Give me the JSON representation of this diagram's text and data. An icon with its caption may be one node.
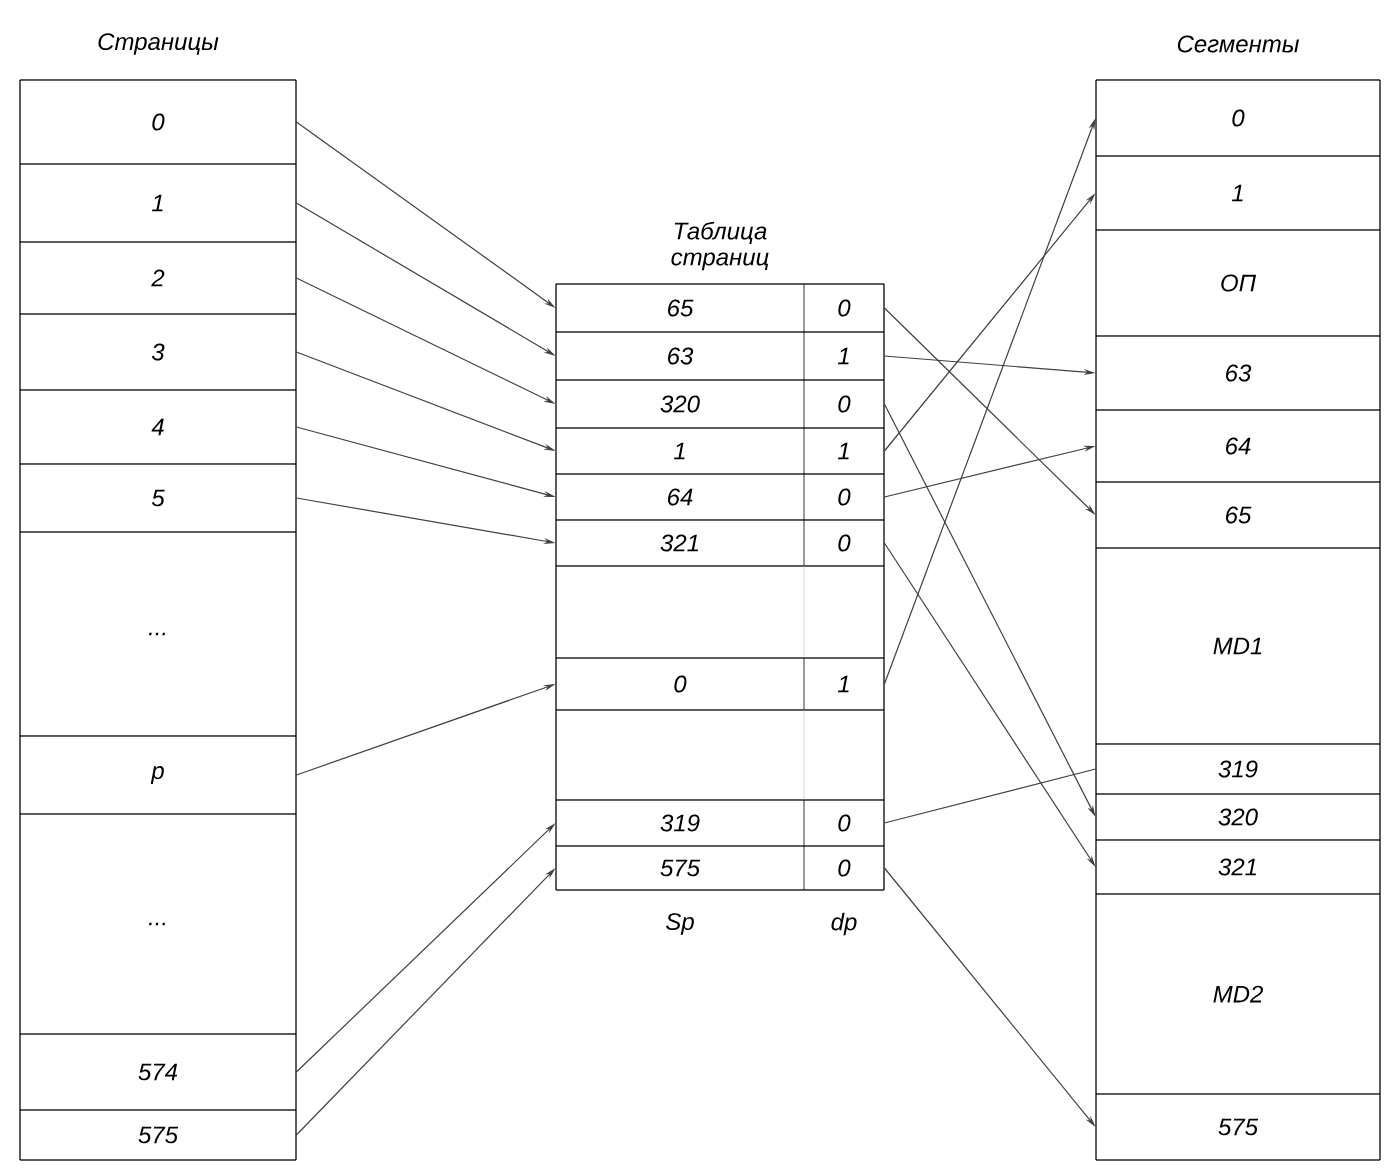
{
  "diagram": {
    "nodes": [
      {
        "text": [
          "Страницы"
        ]
      },
      {
        "text": [
          "0"
        ],
        "in": 0
      },
      {
        "text": [
          "1"
        ],
        "in": 0
      },
      {
        "text": [
          "2"
        ],
        "in": 0
      },
      {
        "text": [
          "3"
        ],
        "in": 0
      },
      {
        "text": [
          "4"
        ],
        "in": 0
      },
      {
        "text": [
          "5"
        ],
        "in": 0
      },
      {
        "text": [
          "..."
        ],
        "in": 0
      },
      {
        "text": [
          "p"
        ],
        "in": 0
      },
      {
        "text": [
          "..."
        ],
        "in": 0
      },
      {
        "text": [
          "574"
        ],
        "in": 0
      },
      {
        "text": [
          "575"
        ],
        "in": 0
      },
      {
        "text": [
          "Таблица страниц"
        ]
      },
      {
        "text": [
          "65",
          "0"
        ],
        "in": 12
      },
      {
        "text": [
          "63",
          "1"
        ],
        "in": 12
      },
      {
        "text": [
          "320",
          "0"
        ],
        "in": 12
      },
      {
        "text": [
          "1",
          "1"
        ],
        "in": 12
      },
      {
        "text": [
          "64",
          "0"
        ],
        "in": 12
      },
      {
        "text": [
          "321",
          "0"
        ],
        "in": 12
      },
      {
        "text": [],
        "shape": "box",
        "in": 12
      },
      {
        "text": [
          "0",
          "1"
        ],
        "in": 12
      },
      {
        "text": [],
        "shape": "box",
        "in": 12
      },
      {
        "text": [
          "319",
          "0"
        ],
        "in": 12
      },
      {
        "text": [
          "575",
          "0"
        ],
        "in": 12
      },
      {
        "text": [
          "Сегменты"
        ]
      },
      {
        "text": [
          "0"
        ],
        "in": 24
      },
      {
        "text": [
          "1"
        ],
        "in": 24
      },
      {
        "text": [
          "ОП"
        ],
        "in": 24
      },
      {
        "text": [
          "63"
        ],
        "in": 24
      },
      {
        "text": [
          "64"
        ],
        "in": 24
      },
      {
        "text": [
          "65"
        ],
        "in": 24
      },
      {
        "text": [
          "MD1"
        ],
        "in": 24
      },
      {
        "text": [
          "319"
        ],
        "in": 24
      },
      {
        "text": [
          "320"
        ],
        "in": 24
      },
      {
        "text": [
          "321"
        ],
        "in": 24
      },
      {
        "text": [
          "MD2"
        ],
        "in": 24
      },
      {
        "text": [
          "575"
        ],
        "in": 24
      }
    ],
    "edges": [
      {
        "from": 1,
        "to": 13,
        "arrow": "to"
      },
      {
        "from": 2,
        "to": 14,
        "arrow": "to"
      },
      {
        "from": 3,
        "to": 15,
        "arrow": "to"
      },
      {
        "from": 4,
        "to": 16,
        "arrow": "to"
      },
      {
        "from": 5,
        "to": 17,
        "arrow": "to"
      },
      {
        "from": 6,
        "to": 18,
        "arrow": "to"
      },
      {
        "from": 8,
        "to": 20,
        "arrow": "to"
      },
      {
        "from": 10,
        "to": 22,
        "arrow": "to"
      },
      {
        "from": 11,
        "to": 23,
        "arrow": "to"
      },
      {
        "from": 13,
        "to": 30,
        "arrow": "to"
      },
      {
        "from": 14,
        "to": 28,
        "arrow": "to"
      },
      {
        "from": 15,
        "to": 33,
        "arrow": "to"
      },
      {
        "from": 16,
        "to": 26,
        "arrow": "to"
      },
      {
        "from": 17,
        "to": 29,
        "arrow": "to"
      },
      {
        "from": 18,
        "to": 34,
        "arrow": "to"
      },
      {
        "from": 20,
        "to": 25,
        "arrow": "to"
      },
      {
        "from": 22,
        "to": 32,
        "arrow": "none"
      },
      {
        "from": 23,
        "to": 36,
        "arrow": "to"
      }
    ],
    "labels": [
      "Sp",
      "dp"
    ]
  }
}
